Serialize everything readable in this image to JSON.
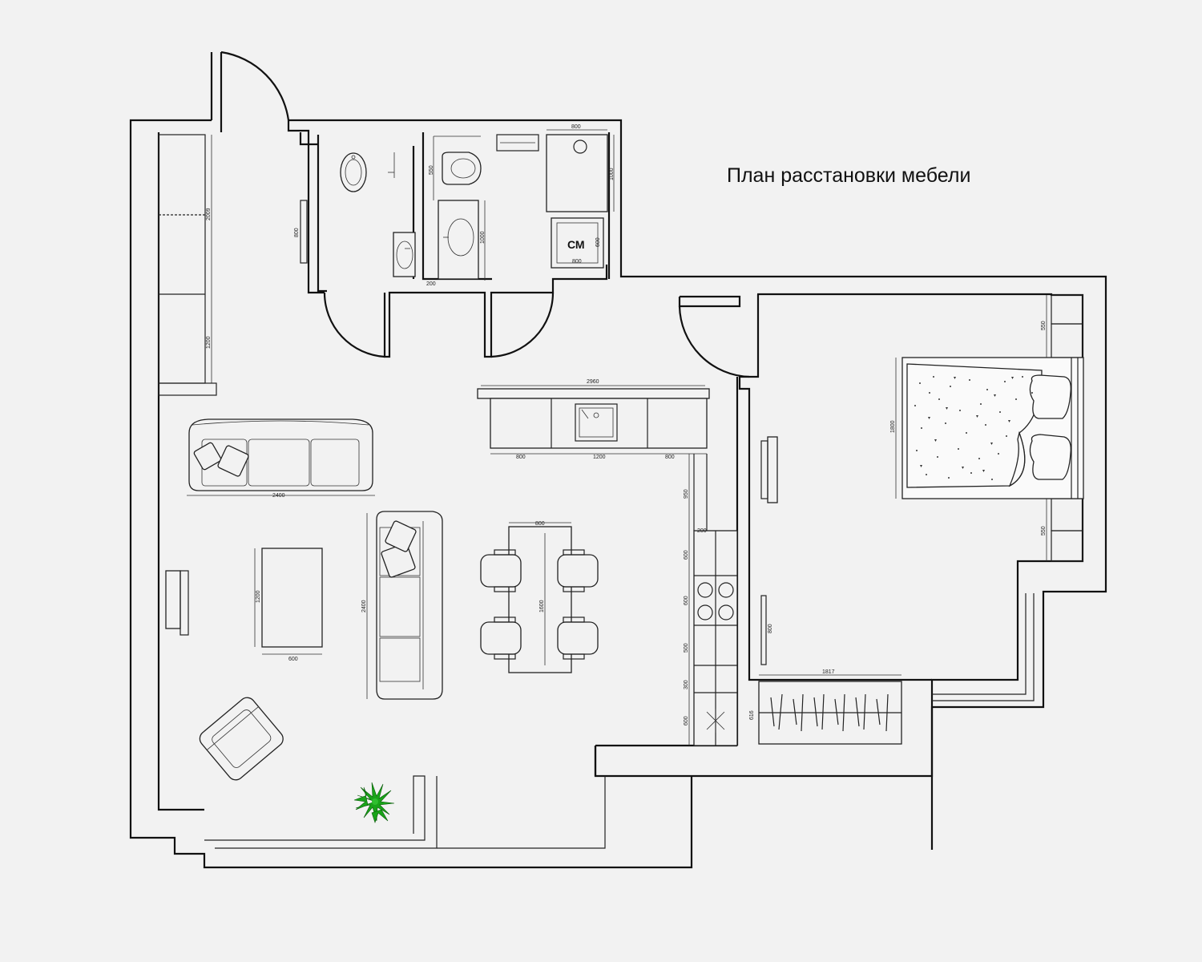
{
  "title": "План расстановки мебели",
  "washer_label": "СМ",
  "dimensions": {
    "wardrobe_upper": "2009",
    "wardrobe_lower": "1200",
    "wc_radiator": "800",
    "bath_toilet_depth": "550",
    "bath_vanity_depth": "1000",
    "bath_vanity_offset": "200",
    "shower_width": "800",
    "shower_depth": "1000",
    "washer_depth": "600",
    "washer_width": "800",
    "counter_length": "2960",
    "counter_left": "800",
    "counter_sink": "1200",
    "counter_right": "800",
    "sofa_length": "2400",
    "coffee_table_length": "1200",
    "coffee_table_width": "600",
    "corner_sofa_length": "2400",
    "dining_table_width": "800",
    "dining_table_length": "1600",
    "run_top": "950",
    "run_gap": "200",
    "run_1": "600",
    "run_hob": "600",
    "run_2": "500",
    "run_3": "300",
    "run_bottom": "600",
    "bedroom_radiator": "800",
    "bed_width": "1800",
    "nightstand_top": "550",
    "nightstand_bottom": "550",
    "closet_length": "1817",
    "closet_depth": "616"
  }
}
